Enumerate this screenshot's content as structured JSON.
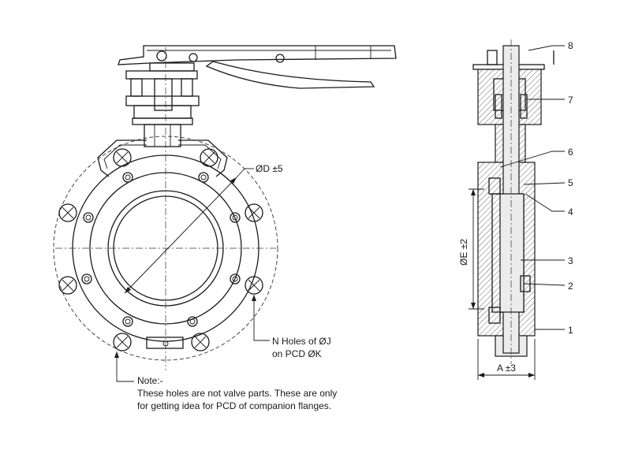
{
  "dimensions": {
    "D": "ØD ±5",
    "E": "ØE ±2",
    "A": "A ±3"
  },
  "holes_label": {
    "line1": "N Holes of ØJ",
    "line2": "on PCD ØK"
  },
  "note": {
    "title": "Note:-",
    "line1": "These holes are not valve parts. These are only",
    "line2": "for getting idea for PCD of companion flanges."
  },
  "part_labels": [
    "1",
    "2",
    "3",
    "4",
    "5",
    "6",
    "7",
    "8"
  ]
}
